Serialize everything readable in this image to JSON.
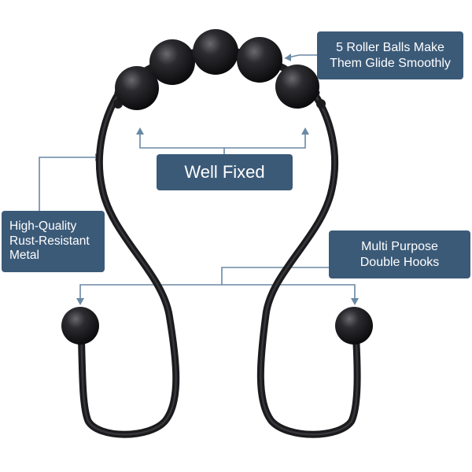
{
  "colors": {
    "callout_bg": "#3b5a78",
    "leader_line": "#6a89a4",
    "hook_metal": "#1b1b1d",
    "background": "#ffffff"
  },
  "product": {
    "name": "shower-curtain-hook",
    "roller_ball_count": 5
  },
  "callouts": {
    "roller_balls": "5 Roller Balls Make\nThem Glide Smoothly",
    "well_fixed": "Well Fixed",
    "material": "High-Quality\nRust-Resistant\nMetal",
    "double_hooks": "Multi Purpose\nDouble Hooks"
  }
}
